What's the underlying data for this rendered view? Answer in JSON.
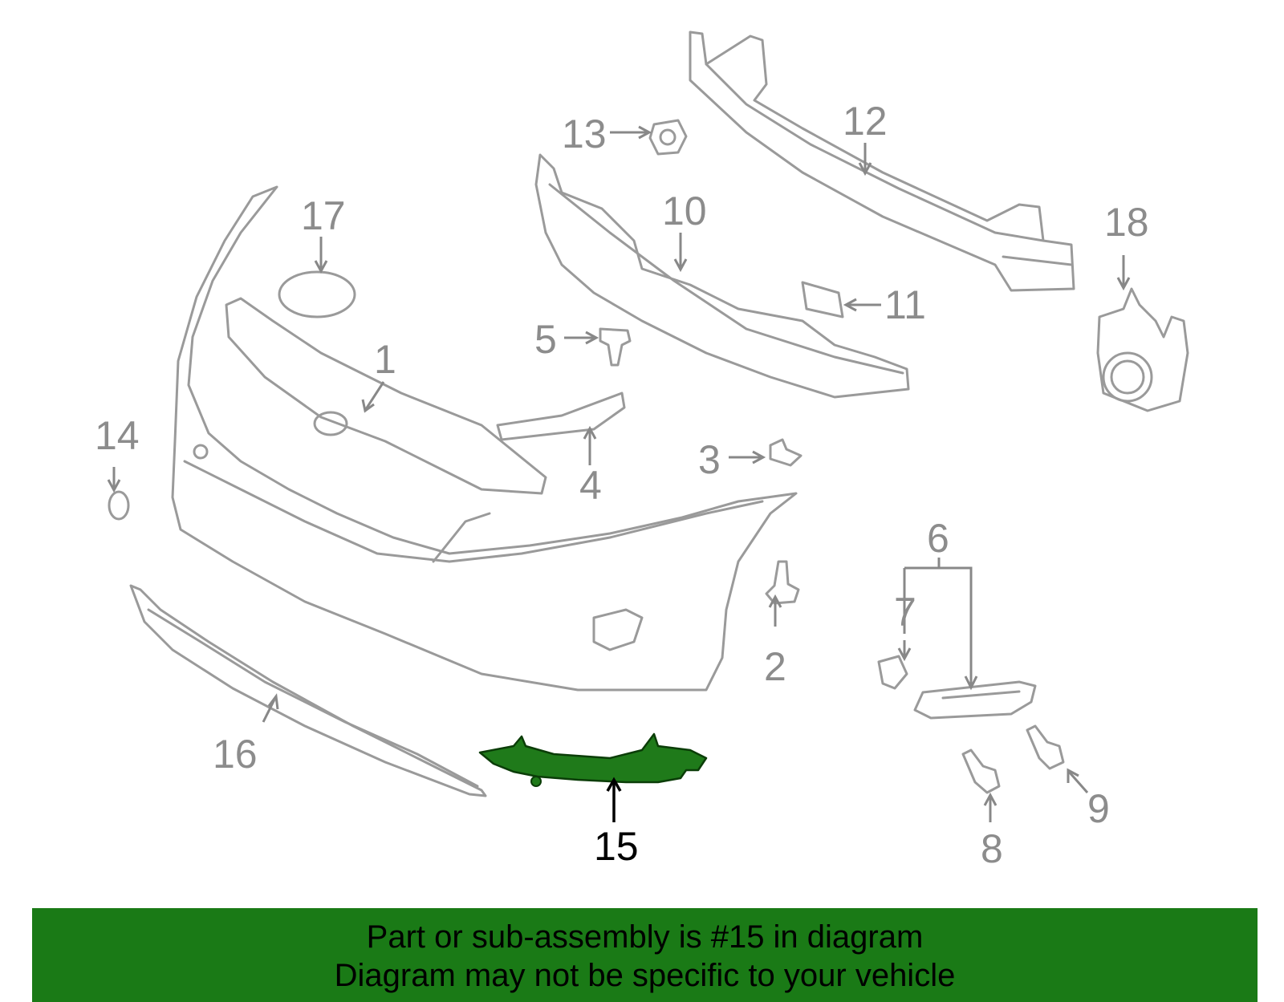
{
  "callouts": [
    {
      "id": "1",
      "label": "1"
    },
    {
      "id": "2",
      "label": "2"
    },
    {
      "id": "3",
      "label": "3"
    },
    {
      "id": "4",
      "label": "4"
    },
    {
      "id": "5",
      "label": "5"
    },
    {
      "id": "6",
      "label": "6"
    },
    {
      "id": "7",
      "label": "7"
    },
    {
      "id": "8",
      "label": "8"
    },
    {
      "id": "9",
      "label": "9"
    },
    {
      "id": "10",
      "label": "10"
    },
    {
      "id": "11",
      "label": "11"
    },
    {
      "id": "12",
      "label": "12"
    },
    {
      "id": "13",
      "label": "13"
    },
    {
      "id": "14",
      "label": "14"
    },
    {
      "id": "15",
      "label": "15"
    },
    {
      "id": "16",
      "label": "16"
    },
    {
      "id": "17",
      "label": "17"
    },
    {
      "id": "18",
      "label": "18"
    }
  ],
  "highlighted_part": "15",
  "colors": {
    "highlight_part": "#1f7a1a",
    "banner_background": "#1a7a16",
    "line_art": "#9a9a9a"
  },
  "banner": {
    "line1": "Part or sub-assembly is #15 in diagram",
    "line2": "Diagram may not be specific to your vehicle"
  }
}
